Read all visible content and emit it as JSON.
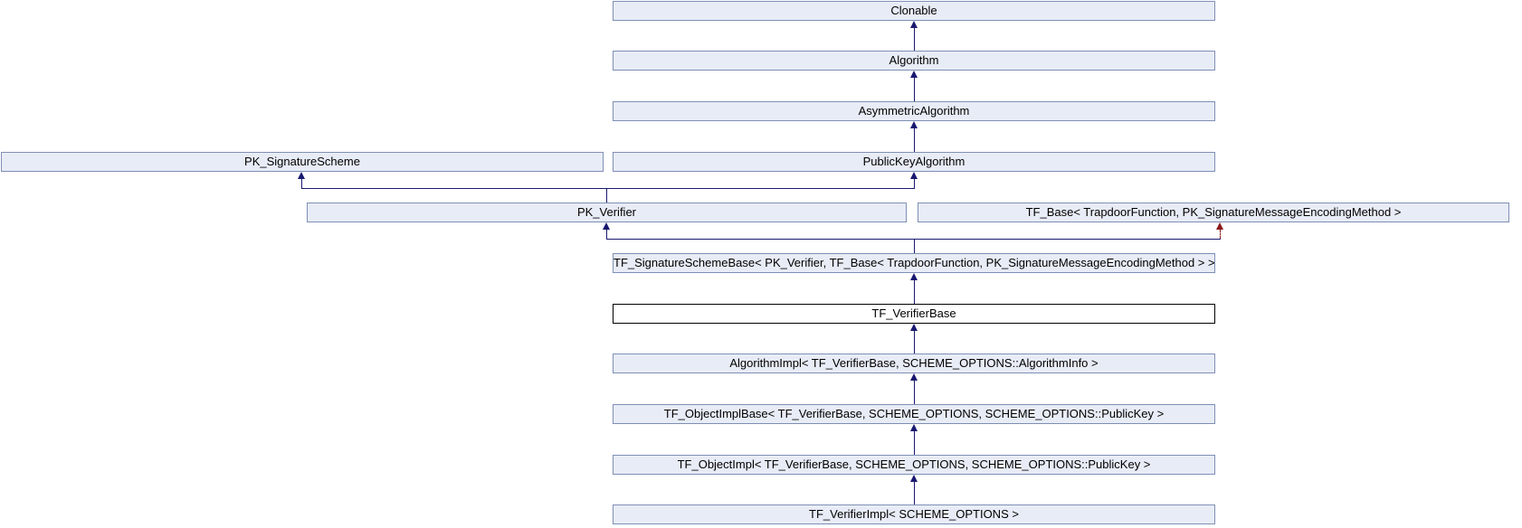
{
  "diagram": {
    "type": "class-inheritance-graph",
    "current_class": "TF_VerifierBase",
    "nodes": [
      {
        "id": "clonable",
        "label": "Clonable",
        "current": false
      },
      {
        "id": "algorithm",
        "label": "Algorithm",
        "current": false
      },
      {
        "id": "asymmetric-algorithm",
        "label": "AsymmetricAlgorithm",
        "current": false
      },
      {
        "id": "pk-signature-scheme",
        "label": "PK_SignatureScheme",
        "current": false
      },
      {
        "id": "public-key-algorithm",
        "label": "PublicKeyAlgorithm",
        "current": false
      },
      {
        "id": "pk-verifier",
        "label": "PK_Verifier",
        "current": false
      },
      {
        "id": "tf-base",
        "label": "TF_Base< TrapdoorFunction, PK_SignatureMessageEncodingMethod >",
        "current": false
      },
      {
        "id": "tf-signature-scheme-base",
        "label": "TF_SignatureSchemeBase< PK_Verifier, TF_Base< TrapdoorFunction, PK_SignatureMessageEncodingMethod > >",
        "current": false
      },
      {
        "id": "tf-verifier-base",
        "label": "TF_VerifierBase",
        "current": true
      },
      {
        "id": "algorithm-impl",
        "label": "AlgorithmImpl< TF_VerifierBase, SCHEME_OPTIONS::AlgorithmInfo >",
        "current": false
      },
      {
        "id": "tf-object-impl-base",
        "label": "TF_ObjectImplBase< TF_VerifierBase, SCHEME_OPTIONS, SCHEME_OPTIONS::PublicKey >",
        "current": false
      },
      {
        "id": "tf-object-impl",
        "label": "TF_ObjectImpl< TF_VerifierBase, SCHEME_OPTIONS, SCHEME_OPTIONS::PublicKey >",
        "current": false
      },
      {
        "id": "tf-verifier-impl",
        "label": "TF_VerifierImpl< SCHEME_OPTIONS >",
        "current": false
      }
    ],
    "edges": [
      {
        "from": "Algorithm",
        "to": "Clonable",
        "relation": "inheritance",
        "line": "solid"
      },
      {
        "from": "AsymmetricAlgorithm",
        "to": "Algorithm",
        "relation": "inheritance",
        "line": "solid"
      },
      {
        "from": "PublicKeyAlgorithm",
        "to": "AsymmetricAlgorithm",
        "relation": "inheritance",
        "line": "solid"
      },
      {
        "from": "PK_Verifier",
        "to": "PK_SignatureScheme",
        "relation": "inheritance",
        "line": "solid"
      },
      {
        "from": "PK_Verifier",
        "to": "PublicKeyAlgorithm",
        "relation": "inheritance",
        "line": "solid"
      },
      {
        "from": "TF_SignatureSchemeBase< PK_Verifier, TF_Base< TrapdoorFunction, PK_SignatureMessageEncodingMethod > >",
        "to": "PK_Verifier",
        "relation": "inheritance",
        "line": "solid"
      },
      {
        "from": "TF_SignatureSchemeBase< PK_Verifier, TF_Base< TrapdoorFunction, PK_SignatureMessageEncodingMethod > >",
        "to": "TF_Base< TrapdoorFunction, PK_SignatureMessageEncodingMethod >",
        "relation": "non-public-inheritance",
        "line": "dashed"
      },
      {
        "from": "TF_VerifierBase",
        "to": "TF_SignatureSchemeBase< PK_Verifier, TF_Base< TrapdoorFunction, PK_SignatureMessageEncodingMethod > >",
        "relation": "inheritance",
        "line": "solid"
      },
      {
        "from": "AlgorithmImpl< TF_VerifierBase, SCHEME_OPTIONS::AlgorithmInfo >",
        "to": "TF_VerifierBase",
        "relation": "inheritance",
        "line": "solid"
      },
      {
        "from": "TF_ObjectImplBase< TF_VerifierBase, SCHEME_OPTIONS, SCHEME_OPTIONS::PublicKey >",
        "to": "AlgorithmImpl< TF_VerifierBase, SCHEME_OPTIONS::AlgorithmInfo >",
        "relation": "inheritance",
        "line": "solid"
      },
      {
        "from": "TF_ObjectImpl< TF_VerifierBase, SCHEME_OPTIONS, SCHEME_OPTIONS::PublicKey >",
        "to": "TF_ObjectImplBase< TF_VerifierBase, SCHEME_OPTIONS, SCHEME_OPTIONS::PublicKey >",
        "relation": "inheritance",
        "line": "solid"
      },
      {
        "from": "TF_VerifierImpl< SCHEME_OPTIONS >",
        "to": "TF_ObjectImpl< TF_VerifierBase, SCHEME_OPTIONS, SCHEME_OPTIONS::PublicKey >",
        "relation": "inheritance",
        "line": "solid"
      }
    ],
    "colors": {
      "node_fill": "#e8ecf6",
      "node_border": "#7e8fb5",
      "current_fill": "#ffffff",
      "current_border": "#000000",
      "arrow_color": "#191970",
      "template_arrow_color": "#8b1a1a",
      "text_color": "#000000"
    }
  }
}
